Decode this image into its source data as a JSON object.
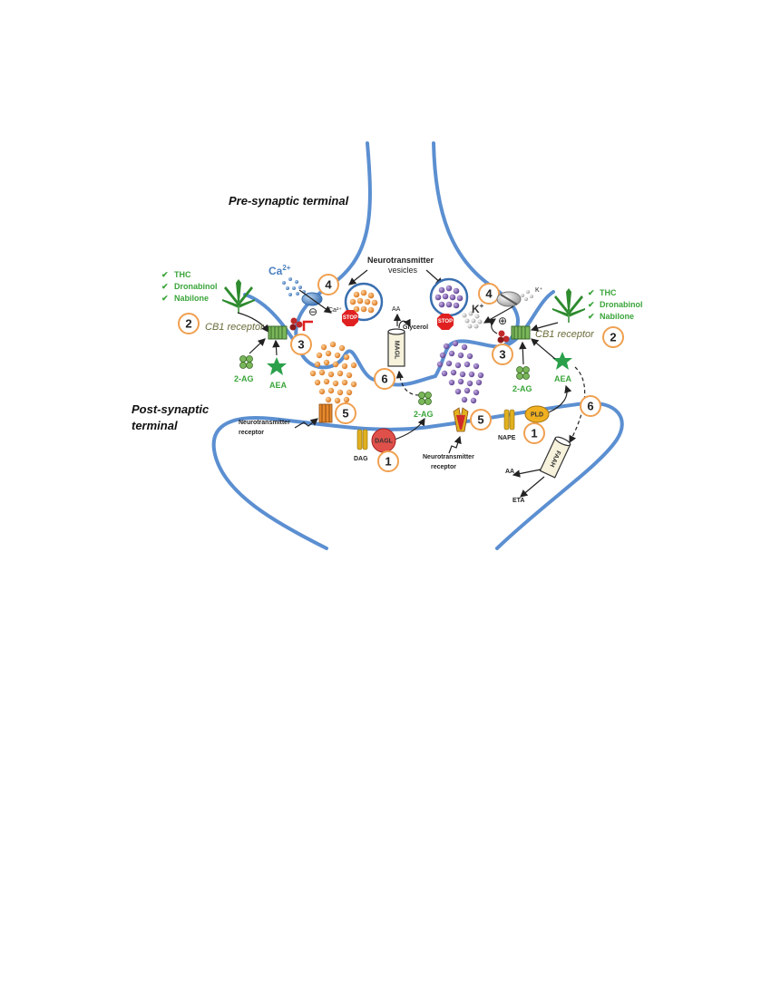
{
  "labels": {
    "pre_synaptic": "Pre-synaptic terminal",
    "post_synaptic_line1": "Post-synaptic",
    "post_synaptic_line2": "terminal",
    "nt_vesicles_line1": "Neurotransmitter",
    "nt_vesicles_line2": "vesicles",
    "nt_receptor_left_line1": "Neurotransmitter",
    "nt_receptor_left_line2": "receptor",
    "nt_receptor_right_line1": "Neurotransmitter",
    "nt_receptor_right_line2": "receptor",
    "cb1_left": "CB1 receptor",
    "cb1_right": "CB1 receptor",
    "ca": "Ca",
    "ca_sup": "2+",
    "ca_small": "Ca²⁺",
    "k": "K",
    "k_sup": "+",
    "k_small": "K⁺",
    "aa_top": "AA",
    "glycerol": "Glycerol",
    "magl": "MAGL",
    "stop": "STOP",
    "two_ag": "2-AG",
    "aea": "AEA",
    "dag": "DAG",
    "dagl": "DAGL",
    "nape": "NAPE",
    "pld": "PLD",
    "faah": "FAAH",
    "aa_bottom": "AA",
    "eta": "ETA",
    "minus": "⊖",
    "plus": "⊕"
  },
  "drugs_left": [
    "THC",
    "Dronabinol",
    "Nabilone"
  ],
  "drugs_right": [
    "THC",
    "Dronabinol",
    "Nabilone"
  ],
  "step_numbers": {
    "n1": "1",
    "n2": "2",
    "n3": "3",
    "n4": "4",
    "n5": "5",
    "n6": "6"
  },
  "colors": {
    "membrane": "#5b8fd1",
    "orange_vesicle": "#e8892d",
    "purple_vesicle": "#7a5aa8",
    "green_label": "#3aa53a",
    "number_ring": "#f0a050",
    "stop_sign": "#e02020",
    "dagl": "#e0504a",
    "pld": "#f0b020"
  }
}
